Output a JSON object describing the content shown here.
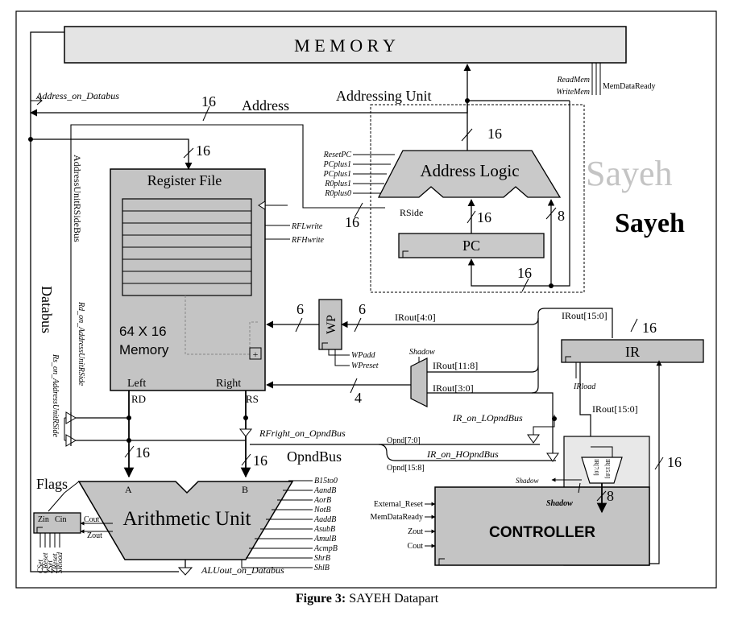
{
  "memory": {
    "title": "M E M O R Y"
  },
  "mem_signals": [
    "ReadMem",
    "WriteMem",
    "MemDataReady"
  ],
  "address_on_databus": "Address_on_Databus",
  "address": {
    "label": "Address",
    "width": "16"
  },
  "addressing_unit": {
    "title": "Addressing Unit"
  },
  "address_logic": {
    "title": "Address Logic",
    "inputs": [
      "ResetPC",
      "PCplus1",
      "PCplus1",
      "R0plus1",
      "R0plus0"
    ],
    "rside": "RSide",
    "out_width": "16",
    "pc_in_width": "16",
    "rside_width": "16",
    "ir_width": "8"
  },
  "pc": {
    "title": "PC",
    "feedback_width": "16"
  },
  "sayeh_ghost": "Sayeh",
  "sayeh": "Sayeh",
  "addr_bus_side": "AddressUnitRSideBus",
  "databus": "Databus",
  "rd_on_bus": "Rd_on_AddressUnitRSide",
  "rs_on_bus": "Rs_on_AddressUnitRSide",
  "register_file": {
    "title": "Register File",
    "mem_line1": "64 X 16",
    "mem_line2": "Memory",
    "left": "Left",
    "right": "Right",
    "rd": "RD",
    "rs": "RS",
    "in_width": "16",
    "controls": [
      "RFLwrite",
      "RFHwrite"
    ]
  },
  "wp": {
    "title": "WP",
    "in_width": "6",
    "out_width": "6",
    "controls": [
      "WPadd",
      "WPreset"
    ]
  },
  "shadow_mux": {
    "label": "Shadow",
    "out_width": "4"
  },
  "ir": {
    "title": "IR",
    "width": "16",
    "load": "IRload",
    "fields": [
      "IRout[4:0]",
      "IRout[11:8]",
      "IRout[3:0]",
      "IRout[15:0]",
      "IRout[15:0]"
    ]
  },
  "opnd": {
    "rfright": "RFright_on_OpndBus",
    "label": "OpndBus",
    "lo": "Opnd[7:0]",
    "hi": "Opnd[15:8]",
    "ir_lo": "IR_on_LOpndBus",
    "ir_hi": "IR_on_HOpndBus"
  },
  "alu": {
    "title": "Arithmetic Unit",
    "a": "A",
    "b": "B",
    "a_width": "16",
    "b_width": "16",
    "ops": [
      "B15to0",
      "AandB",
      "AorB",
      "NotB",
      "AaddB",
      "AsubB",
      "AmulB",
      "AcmpB",
      "ShrB",
      "ShlB"
    ],
    "out": "ALUout_on_Databus"
  },
  "flags": {
    "title": "Flags",
    "zin": "Zin",
    "cin": "Cin",
    "cout": "Cout",
    "zout": "Zout",
    "controls": [
      "CSet",
      "CReset",
      "ZSet",
      "ZReset",
      "SRload"
    ]
  },
  "controller": {
    "title": "CONTROLLER",
    "inputs": [
      "External_Reset",
      "MemDataReady",
      "Zout",
      "Cout"
    ],
    "shadow_out": "Shadow",
    "shadow_in": "Shadow",
    "ir_lo": "IR[7:0]",
    "ir_hi": "IR[15:8]",
    "out_width": "8",
    "side_width": "16"
  },
  "caption": {
    "label": "Figure 3:",
    "text": "SAYEH Datapart"
  }
}
